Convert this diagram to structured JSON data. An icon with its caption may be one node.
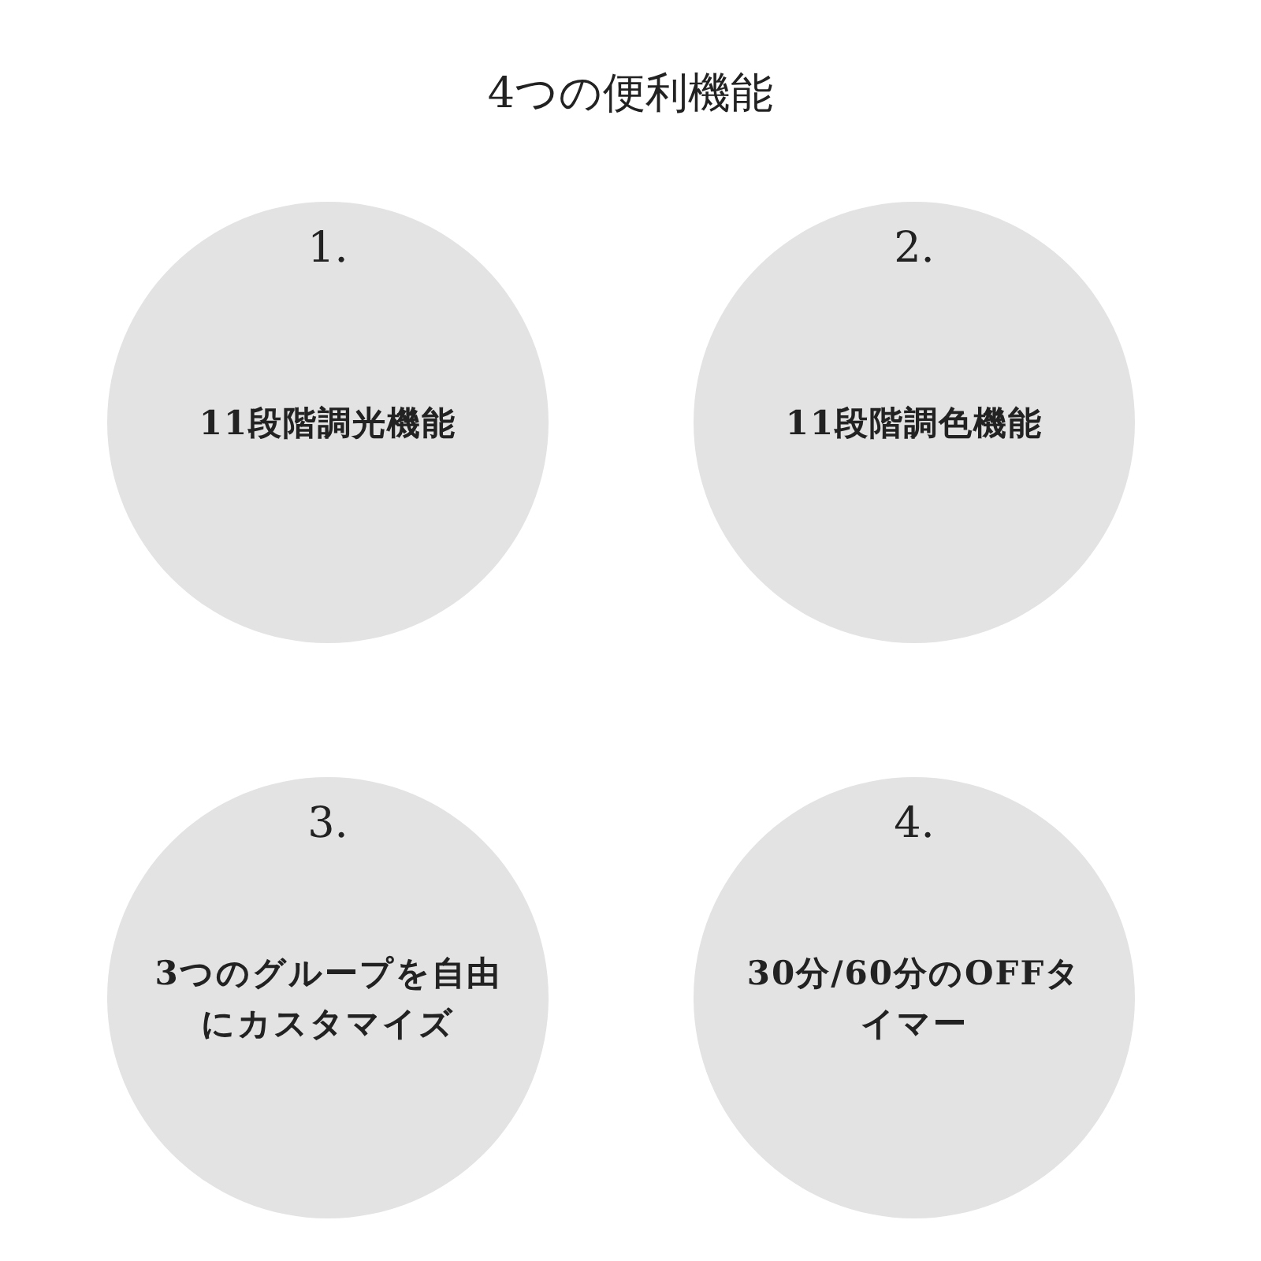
{
  "diagram": {
    "title": "4つの便利機能",
    "nodes": [
      {
        "text": [
          "1.",
          "11段階調光機能"
        ]
      },
      {
        "text": [
          "2.",
          "11段階調色機能"
        ]
      },
      {
        "text": [
          "3.",
          "3つのグループを自由にカスタマイズ"
        ]
      },
      {
        "text": [
          "4.",
          "30分/60分のOFFタイマー"
        ]
      }
    ]
  }
}
